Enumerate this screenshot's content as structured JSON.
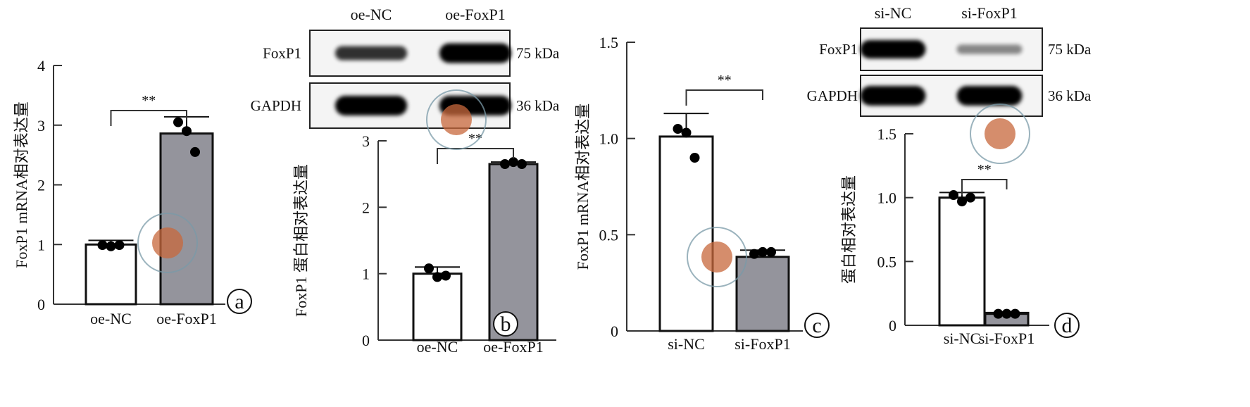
{
  "colors": {
    "bar_control": "#ffffff",
    "bar_treated": "#94949c",
    "axis": "#333333",
    "stamp": "#c8683c"
  },
  "chart_data": [
    {
      "panel": "a",
      "type": "bar",
      "ylabel": "FoxP1 mRNA相对表达量",
      "categories": [
        "oe-NC",
        "oe-FoxP1"
      ],
      "values": [
        1.0,
        2.86
      ],
      "error_upper": [
        1.07,
        3.14
      ],
      "points": [
        [
          0.99,
          0.97,
          0.99
        ],
        [
          3.05,
          2.9,
          2.55
        ]
      ],
      "ylim": [
        0,
        4
      ],
      "yticks": [
        "0",
        "1",
        "2",
        "3",
        "4"
      ],
      "significance": "**"
    },
    {
      "panel": "b",
      "type": "bar",
      "ylabel": "FoxP1 蛋白相对表达量",
      "categories": [
        "oe-NC",
        "oe-FoxP1"
      ],
      "values": [
        1.0,
        2.65
      ],
      "error_upper": [
        1.1,
        2.68
      ],
      "points": [
        [
          1.08,
          0.95,
          0.97
        ],
        [
          2.65,
          2.68,
          2.65
        ]
      ],
      "ylim": [
        0,
        3
      ],
      "yticks": [
        "0",
        "1",
        "2",
        "3"
      ],
      "significance": "**",
      "blot": {
        "lanes": [
          "oe-NC",
          "oe-FoxP1"
        ],
        "rows": [
          {
            "name": "FoxP1",
            "size": "75 kDa",
            "intensity": [
              0.55,
              1.0
            ]
          },
          {
            "name": "GAPDH",
            "size": "36 kDa",
            "intensity": [
              1.0,
              1.0
            ]
          }
        ]
      }
    },
    {
      "panel": "c",
      "type": "bar",
      "ylabel": "FoxP1 mRNA相对表达量",
      "categories": [
        "si-NC",
        "si-FoxP1"
      ],
      "values": [
        1.01,
        0.385
      ],
      "error_upper": [
        1.13,
        0.42
      ],
      "points": [
        [
          1.05,
          1.03,
          0.9
        ],
        [
          0.4,
          0.41,
          0.41
        ]
      ],
      "ylim": [
        0,
        1.5
      ],
      "yticks": [
        "0",
        "0.5",
        "1.0",
        "1.5"
      ],
      "significance": "**"
    },
    {
      "panel": "d",
      "type": "bar",
      "ylabel": "蛋白相对表达量",
      "categories": [
        "si-NC",
        "si-FoxP1"
      ],
      "values": [
        1.0,
        0.09
      ],
      "error_upper": [
        1.04,
        0.1
      ],
      "points": [
        [
          1.02,
          0.97,
          1.0
        ],
        [
          0.09,
          0.09,
          0.09
        ]
      ],
      "ylim": [
        0,
        1.5
      ],
      "yticks": [
        "0",
        "0.5",
        "1.0",
        "1.5"
      ],
      "significance": "**",
      "blot": {
        "lanes": [
          "si-NC",
          "si-FoxP1"
        ],
        "rows": [
          {
            "name": "FoxP1",
            "size": "75 kDa",
            "intensity": [
              0.9,
              0.2
            ]
          },
          {
            "name": "GAPDH",
            "size": "36 kDa",
            "intensity": [
              1.0,
              1.0
            ]
          }
        ]
      }
    }
  ]
}
